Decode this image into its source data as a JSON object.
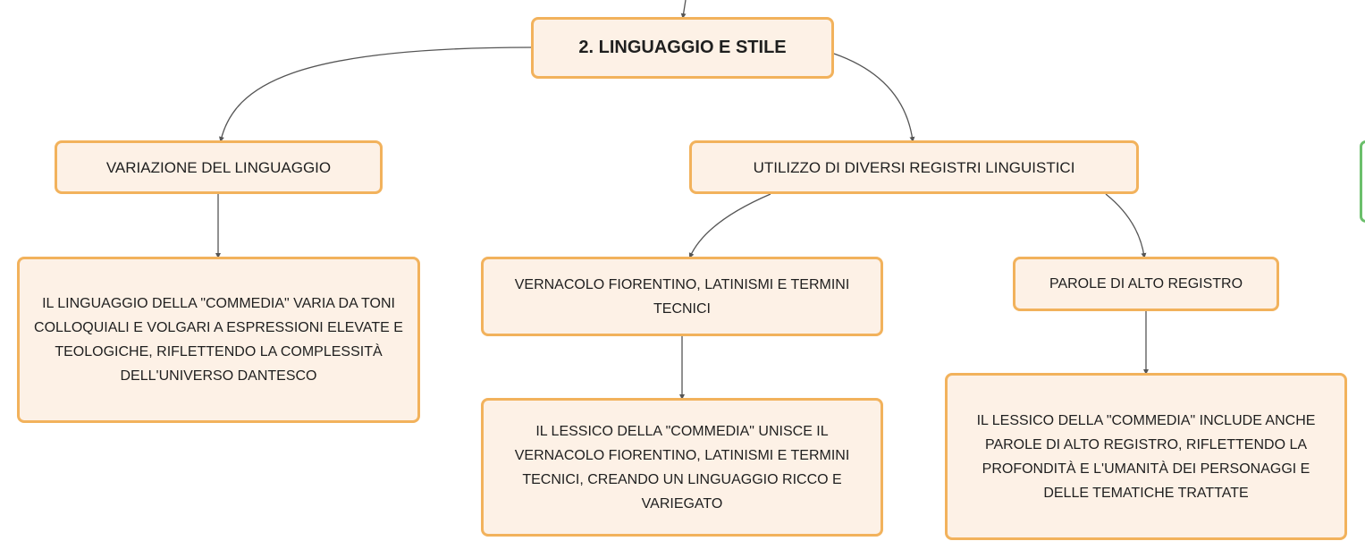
{
  "colors": {
    "node_fill": "#fdf1e6",
    "node_border": "#f2b25c",
    "connector": "#555555",
    "offscreen_node_border": "#6bbf6b"
  },
  "nodes": {
    "root": "2. LINGUAGGIO E STILE",
    "variazione": "VARIAZIONE DEL LINGUAGGIO",
    "variazione_detail": "IL LINGUAGGIO DELLA \"COMMEDIA\" VARIA DA TONI COLLOQUIALI E VOLGARI A ESPRESSIONI ELEVATE E TEOLOGICHE, RIFLETTENDO LA COMPLESSITÀ DELL'UNIVERSO DANTESCO",
    "registri": "UTILIZZO DI DIVERSI REGISTRI LINGUISTICI",
    "vernacolo": "VERNACOLO FIORENTINO, LATINISMI E TERMINI TECNICI",
    "vernacolo_detail": "IL LESSICO DELLA \"COMMEDIA\" UNISCE IL VERNACOLO FIORENTINO, LATINISMI E TERMINI TECNICI, CREANDO UN LINGUAGGIO RICCO E VARIEGATO",
    "alto_registro": "PAROLE DI ALTO REGISTRO",
    "alto_registro_detail": "IL LESSICO DELLA \"COMMEDIA\" INCLUDE ANCHE PAROLE DI ALTO REGISTRO, RIFLETTENDO LA PROFONDITÀ E L'UMANITÀ DEI PERSONAGGI E DELLE TEMATICHE TRATTATE"
  }
}
